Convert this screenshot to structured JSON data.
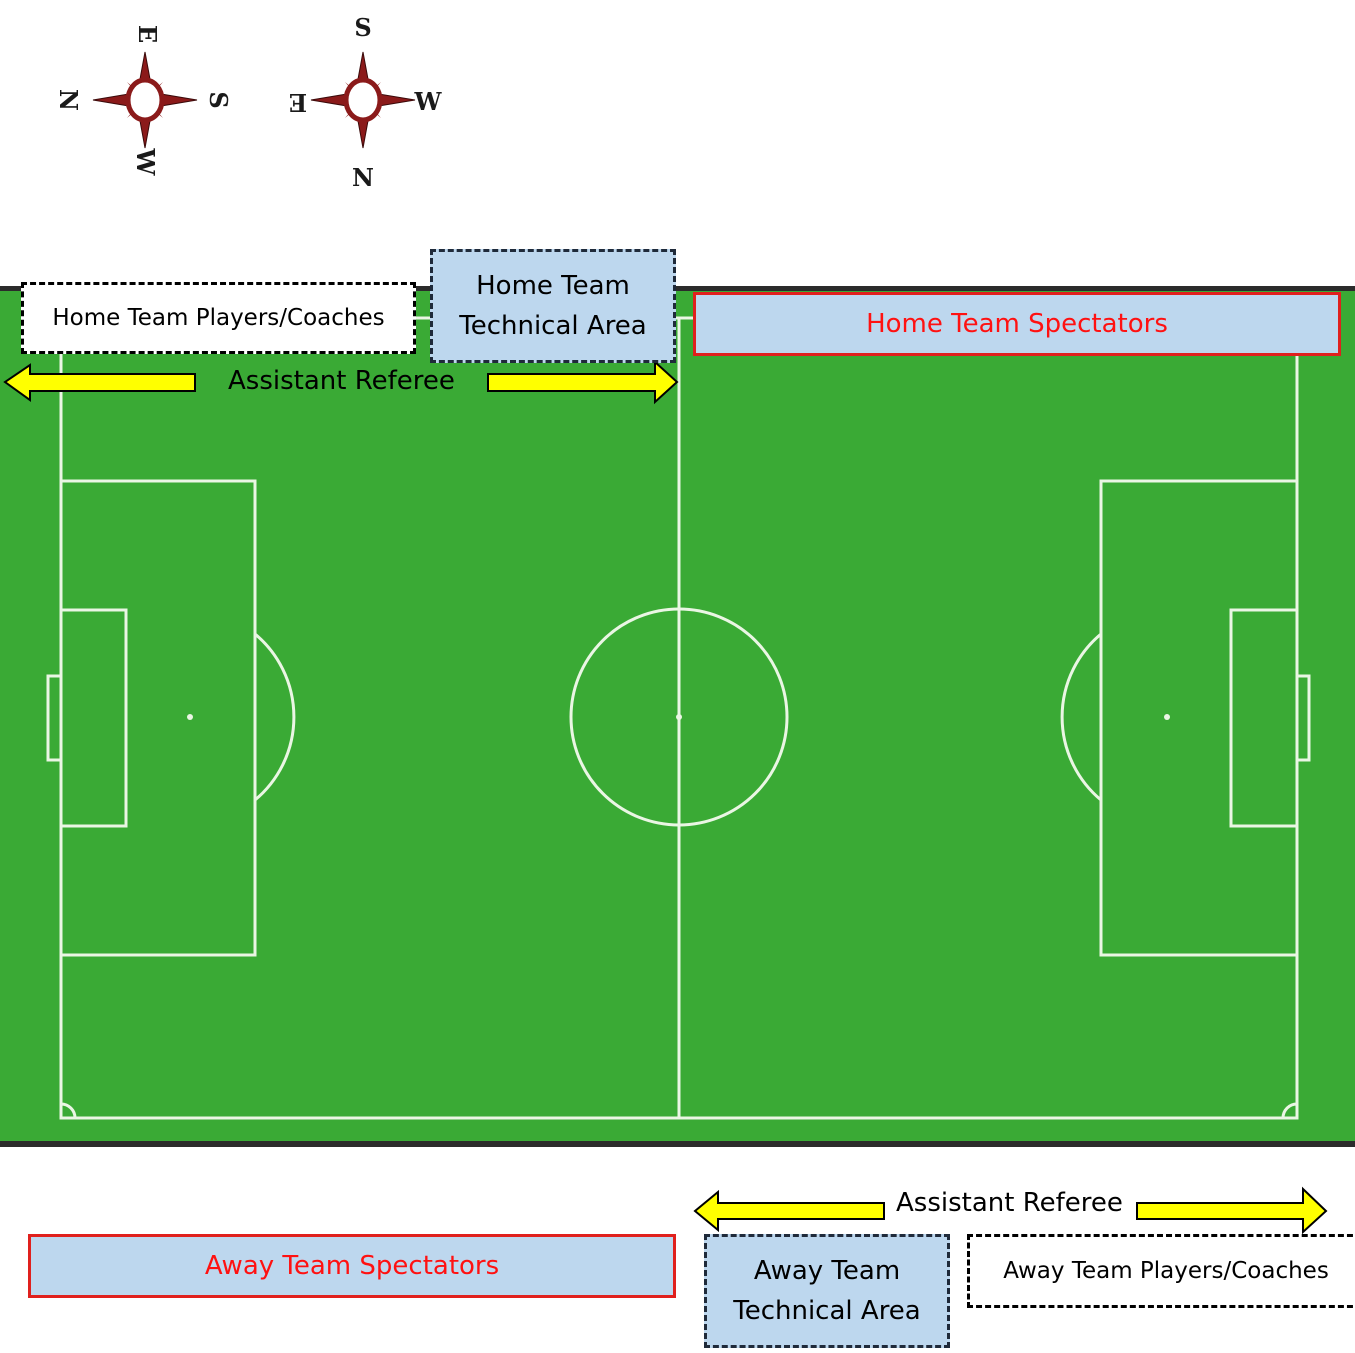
{
  "compass": {
    "left": {
      "top": "E",
      "left": "N",
      "right": "S",
      "bottom": "W"
    },
    "right": {
      "top": "S",
      "left": "E",
      "right": "W",
      "bottom": "N"
    }
  },
  "home": {
    "players_label": "Home Team Players/Coaches",
    "technical_area_line1": "Home Team",
    "technical_area_line2": "Technical Area",
    "spectators_label": "Home Team Spectators"
  },
  "away": {
    "players_label": "Away Team Players/Coaches",
    "technical_area_line1": "Away Team",
    "technical_area_line2": "Technical Area",
    "spectators_label": "Away Team Spectators"
  },
  "assistant_referee": {
    "top_label": "Assistant Referee",
    "bottom_label": "Assistant Referee"
  },
  "colors": {
    "pitch": "#3aaa35",
    "lines": "#eaf6e4",
    "arrow_fill": "#ffff00",
    "spectator_border": "#e0201d",
    "spectator_text": "#ff1111",
    "area_fill": "#bdd7ee"
  }
}
